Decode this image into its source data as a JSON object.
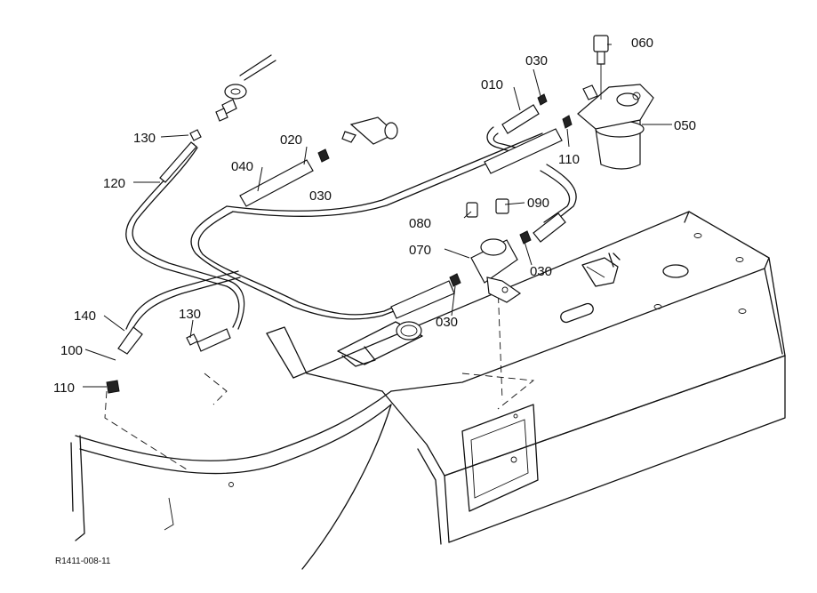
{
  "callouts": {
    "c010": "010",
    "c020": "020",
    "c030a": "030",
    "c030b": "030",
    "c030c": "030",
    "c030d": "030",
    "c040": "040",
    "c050": "050",
    "c060": "060",
    "c070": "070",
    "c080": "080",
    "c090": "090",
    "c100": "100",
    "c110a": "110",
    "c110b": "110",
    "c120": "120",
    "c130a": "130",
    "c130b": "130",
    "c140": "140"
  },
  "reference_code": "R1411-008-11"
}
